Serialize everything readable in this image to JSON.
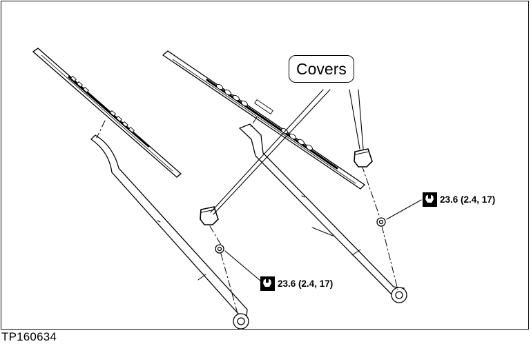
{
  "callout": {
    "label": "Covers"
  },
  "torque_specs": [
    {
      "text": "23.6 (2.4, 17)",
      "icon": "torque-wrench-icon"
    },
    {
      "text": "23.6 (2.4, 17)",
      "icon": "torque-wrench-icon"
    }
  ],
  "figure_id": "TP160634"
}
